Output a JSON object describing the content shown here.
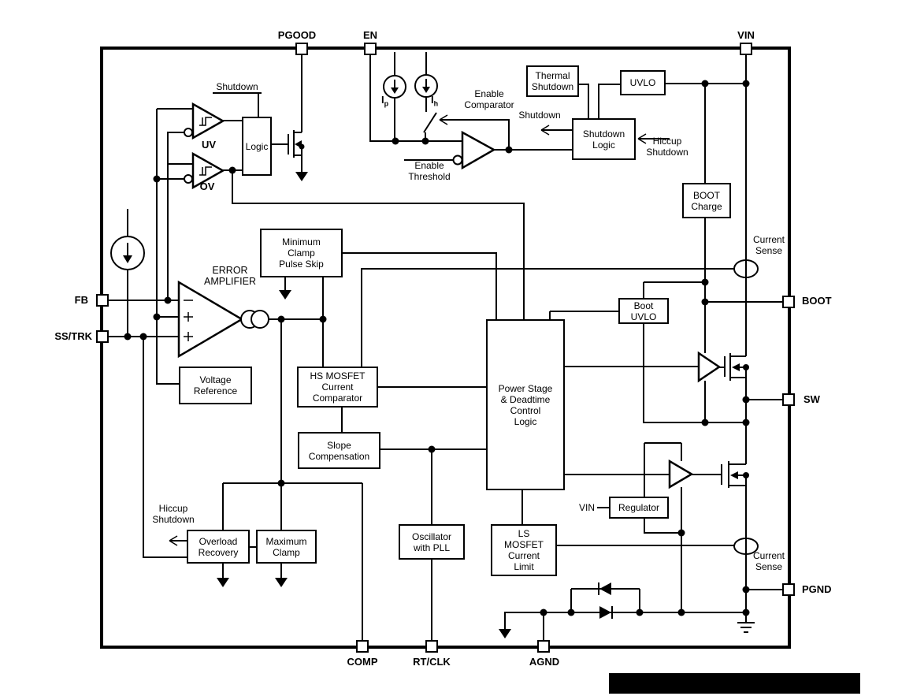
{
  "figure": {
    "background": "#ffffff",
    "line_color": "#000000",
    "redaction_color": "#000000"
  },
  "pins": {
    "pgood": "PGOOD",
    "en": "EN",
    "vin": "VIN",
    "fb": "FB",
    "ss_trk": "SS/TRK",
    "boot": "BOOT",
    "sw": "SW",
    "pgnd": "PGND",
    "comp": "COMP",
    "rt_clk": "RT/CLK",
    "agnd": "AGND"
  },
  "blocks": {
    "logic": "Logic",
    "thermal_shutdown": "Thermal\nShutdown",
    "uvlo": "UVLO",
    "shutdown_logic": "Shutdown\nLogic",
    "boot_charge": "BOOT\nCharge",
    "boot_uvlo": "Boot\nUVLO",
    "minimum_clamp": "Minimum\nClamp\nPulse Skip",
    "voltage_reference": "Voltage\nReference",
    "hs_mosfet_comparator": "HS MOSFET\nCurrent\nComparator",
    "slope_compensation": "Slope\nCompensation",
    "power_stage": "Power Stage\n& Deadtime\nControl\nLogic",
    "oscillator": "Oscillator\nwith PLL",
    "ls_current_limit": "LS\nMOSFET\nCurrent\nLimit",
    "overload_recovery": "Overload\nRecovery",
    "maximum_clamp": "Maximum\nClamp",
    "regulator": "Regulator"
  },
  "labels": {
    "shutdown_logic_input": "Shutdown",
    "uv": "UV",
    "ov": "OV",
    "ip_main": "I",
    "ip_sub": "p",
    "ih_main": "I",
    "ih_sub": "h",
    "enable_comparator": "Enable\nComparator",
    "enable_threshold": "Enable\nThreshold",
    "shutdown_signal": "Shutdown",
    "hiccup_shutdown_right": "Hiccup\nShutdown",
    "hiccup_shutdown_left": "Hiccup\nShutdown",
    "current_sense_top": "Current\nSense",
    "current_sense_bottom": "Current\nSense",
    "error_amplifier": "ERROR\nAMPLIFIER",
    "vin_regulator": "VIN"
  }
}
